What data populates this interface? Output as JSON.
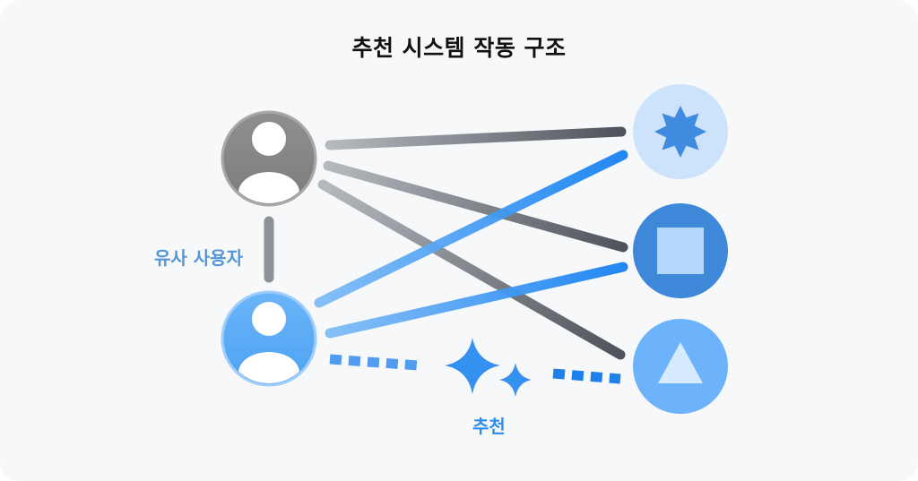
{
  "title": "추천 시스템 작동 구조",
  "similar_users_label": "유사 사용자",
  "recommend_label": "추천",
  "colors": {
    "background": "#f7f8f9",
    "title": "#111111",
    "gray_user": "#8a8a8a",
    "blue_user": "#5aaaf5",
    "label_blue": "#5596d8",
    "line_blue": "#2d8ef0",
    "item_light": "#cde3fb",
    "item_mid": "#3f87d9",
    "item_bright": "#6db3fb"
  },
  "icons": {
    "user_a": "user-gray-icon",
    "user_b": "user-blue-icon",
    "item_1": "eight-point-star-icon",
    "item_2": "square-icon",
    "item_3": "triangle-icon",
    "sparkle": "sparkle-icon"
  }
}
